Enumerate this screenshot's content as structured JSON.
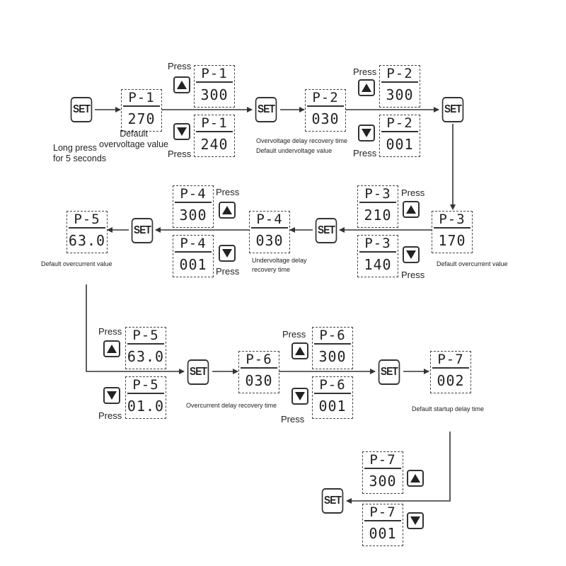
{
  "set_label": "SET",
  "press_label": "Press",
  "start_note": "Long press\nfor 5 seconds",
  "row1": {
    "p1_start": {
      "param": "P-1",
      "value": "270"
    },
    "p1_note": "Default\novervoltage value",
    "p1_up": {
      "param": "P-1",
      "value": "300"
    },
    "p1_down": {
      "param": "P-1",
      "value": "240"
    },
    "p2_start": {
      "param": "P-2",
      "value": "030"
    },
    "p2_note": "Overvoltage delay recovery time",
    "p2_note2": "Default undervoltage value",
    "p2_up": {
      "param": "P-2",
      "value": "300"
    },
    "p2_down": {
      "param": "P-2",
      "value": "001"
    }
  },
  "row2": {
    "p3_start": {
      "param": "P-3",
      "value": "170"
    },
    "p3_note": "Default overcurrent value",
    "p3_up": {
      "param": "P-3",
      "value": "210"
    },
    "p3_down": {
      "param": "P-3",
      "value": "140"
    },
    "p4_start": {
      "param": "P-4",
      "value": "030"
    },
    "p4_note": "Undervoltage delay\nrecovery time",
    "p4_up": {
      "param": "P-4",
      "value": "300"
    },
    "p4_down": {
      "param": "P-4",
      "value": "001"
    },
    "p5_start": {
      "param": "P-5",
      "value": "63.0"
    },
    "p5_note": "Default overcurrent value"
  },
  "row3": {
    "p5_up": {
      "param": "P-5",
      "value": "63.0"
    },
    "p5_down": {
      "param": "P-5",
      "value": "01.0"
    },
    "p6_start": {
      "param": "P-6",
      "value": "030"
    },
    "p6_note": "Overcurrent delay recovery time",
    "p6_up": {
      "param": "P-6",
      "value": "300"
    },
    "p6_down": {
      "param": "P-6",
      "value": "001"
    },
    "p7_start": {
      "param": "P-7",
      "value": "002"
    },
    "p7_note": "Default startup delay time"
  },
  "row4": {
    "p7_up": {
      "param": "P-7",
      "value": "300"
    },
    "p7_down": {
      "param": "P-7",
      "value": "001"
    }
  }
}
